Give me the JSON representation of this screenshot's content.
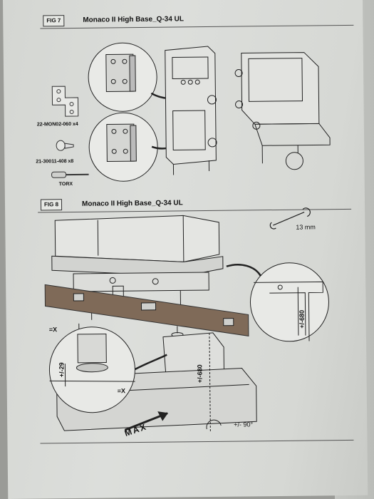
{
  "fig7": {
    "label": "FIG 7",
    "title": "Monaco II High Base_Q-34 UL",
    "parts": [
      {
        "code": "22-MON02-060 x4"
      },
      {
        "code": "21-30011-408 x8"
      },
      {
        "code": "TORX"
      }
    ]
  },
  "fig8": {
    "label": "FIG 8",
    "title": "Monaco II High Base_Q-34 UL",
    "tool": "13 mm",
    "dims": {
      "level_x_left": "=X",
      "level_x_right": "=X",
      "h29": "+/-29",
      "h680_main": "+/-680",
      "h680_detail": "+/-680",
      "max_label": "MAX",
      "angle": "+/- 90°"
    }
  }
}
